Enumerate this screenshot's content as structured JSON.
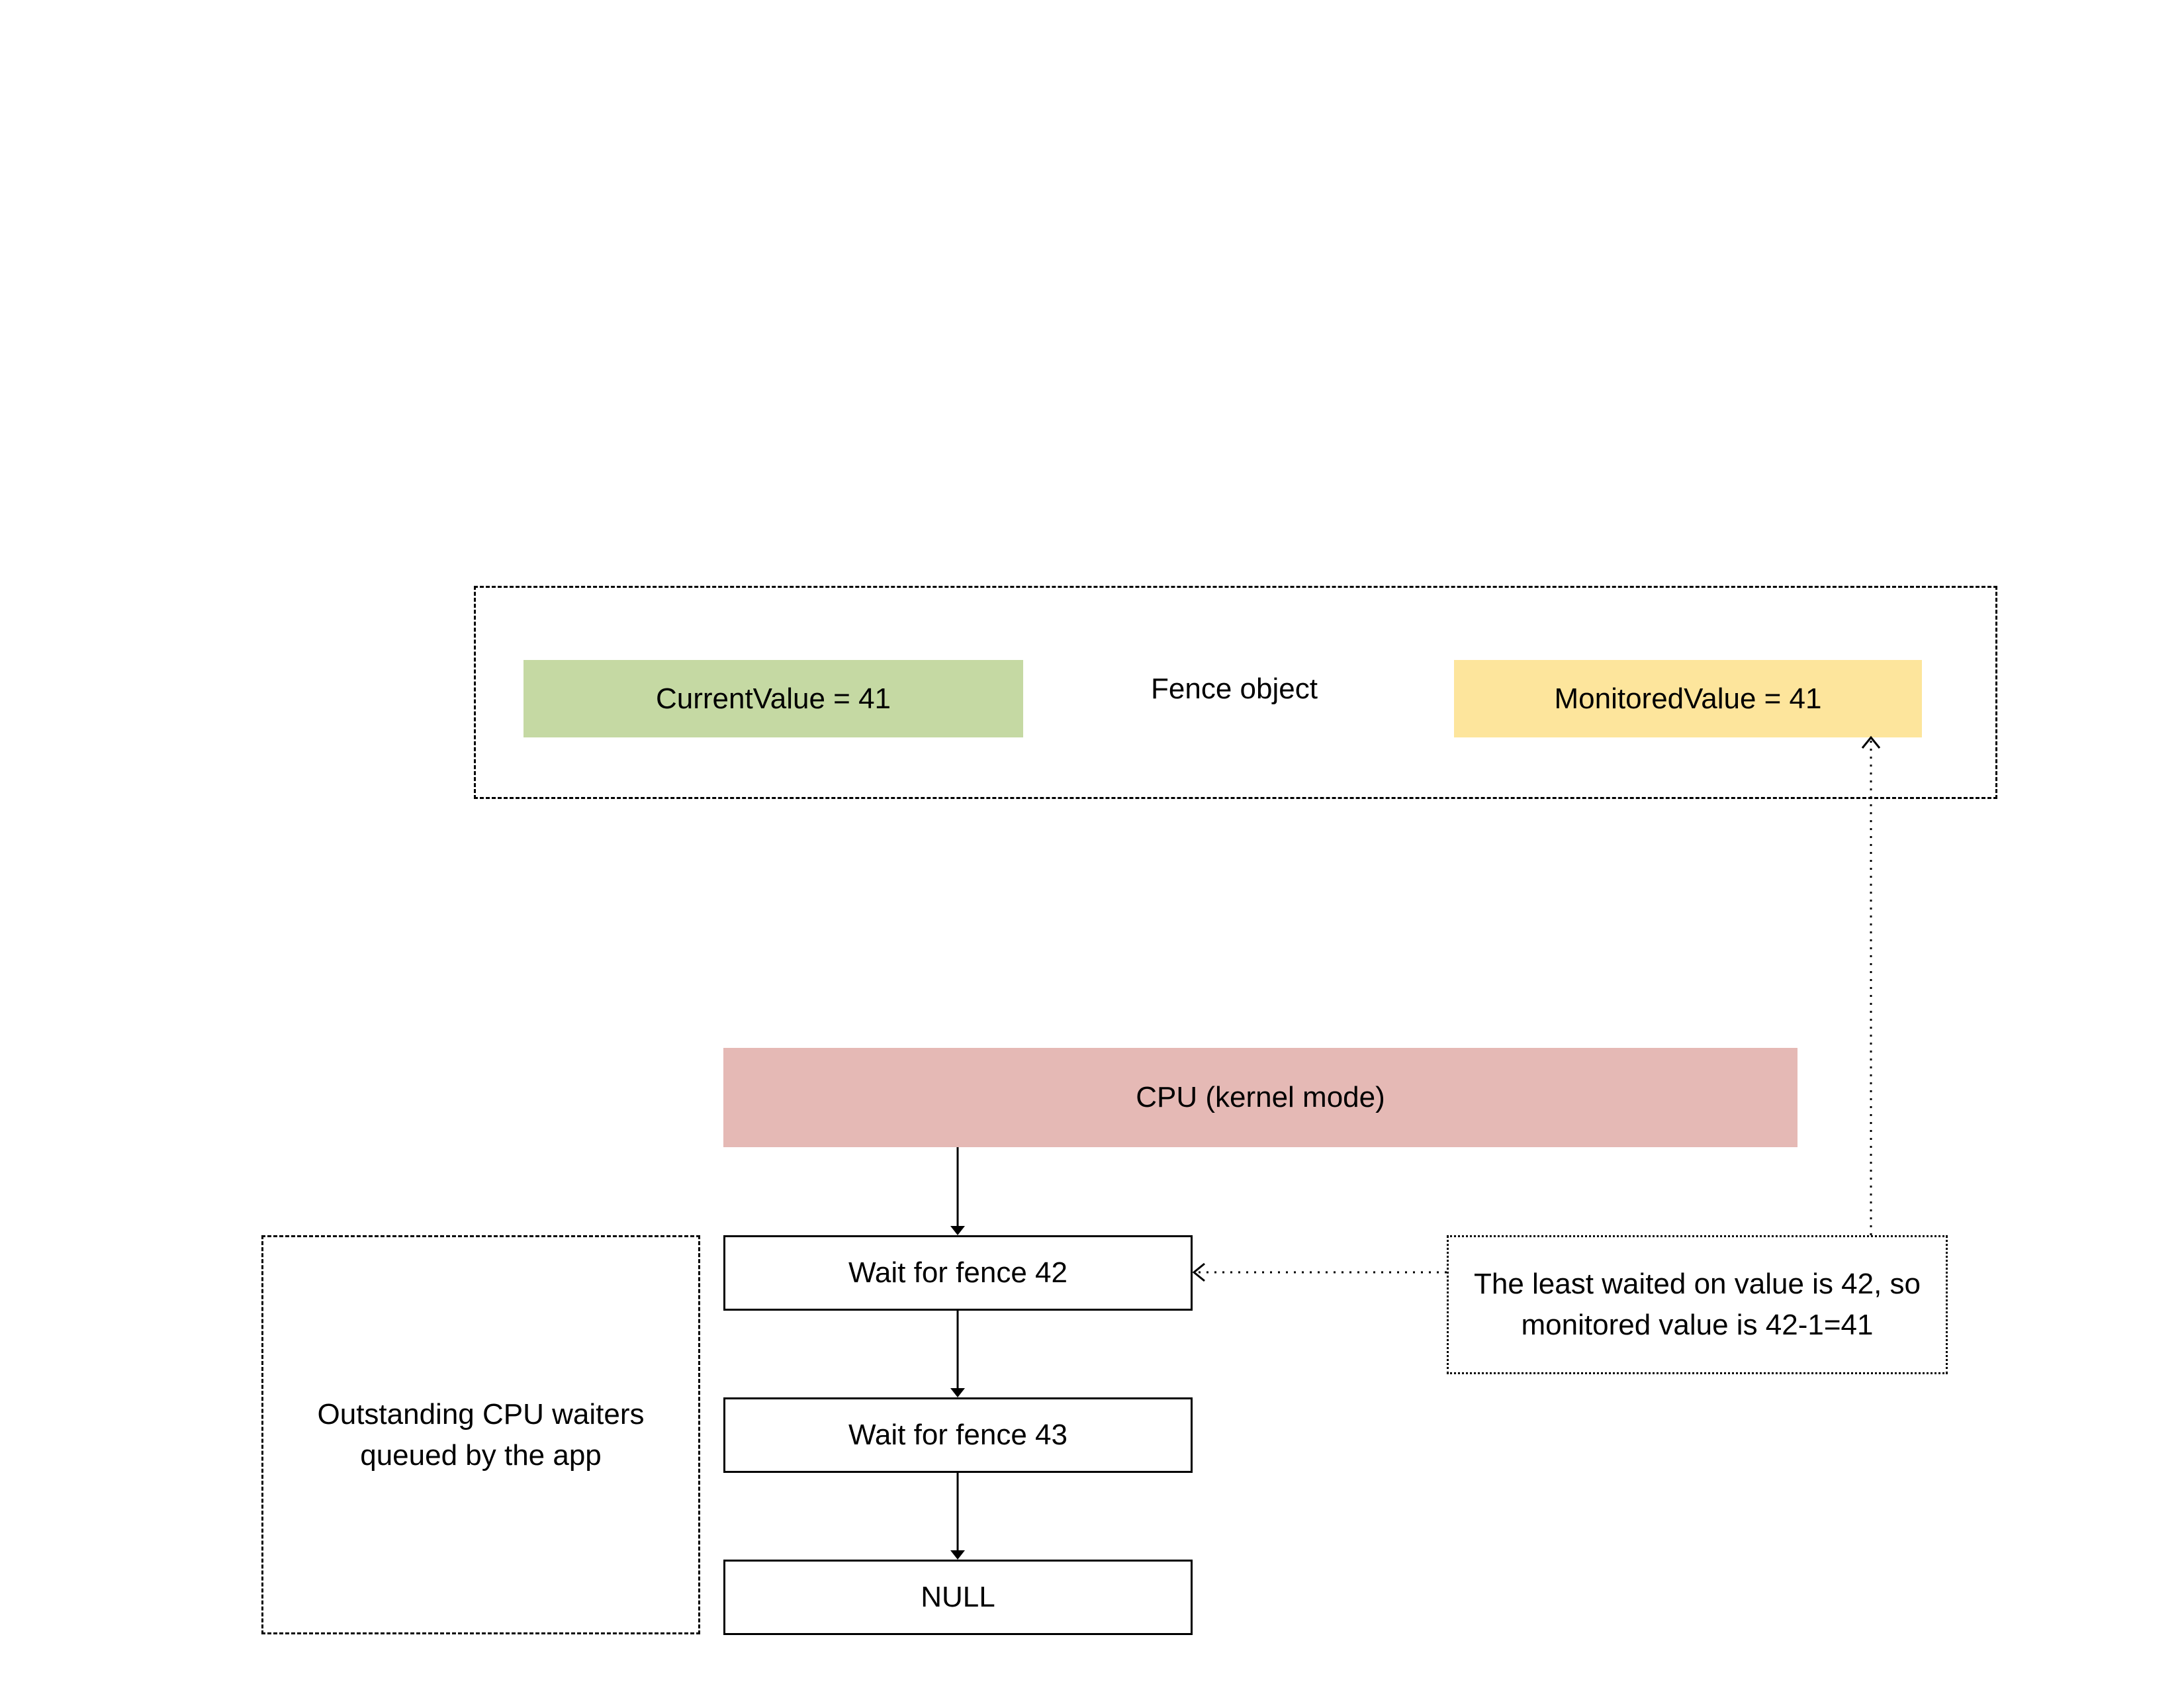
{
  "fence": {
    "label": "Fence object",
    "current_value": "CurrentValue = 41",
    "monitored_value": "MonitoredValue = 41"
  },
  "cpu": {
    "label": "CPU (kernel mode)"
  },
  "waiters": {
    "group_label": "Outstanding CPU waiters queued by the app",
    "items": [
      "Wait for fence 42",
      "Wait for fence 43",
      "NULL"
    ]
  },
  "note": {
    "text": "The least waited on value is 42, so monitored value is 42-1=41"
  },
  "colors": {
    "current_value_fill": "#c5d9a3",
    "monitored_value_fill": "#fde59c",
    "cpu_fill": "#e5b9b5"
  }
}
